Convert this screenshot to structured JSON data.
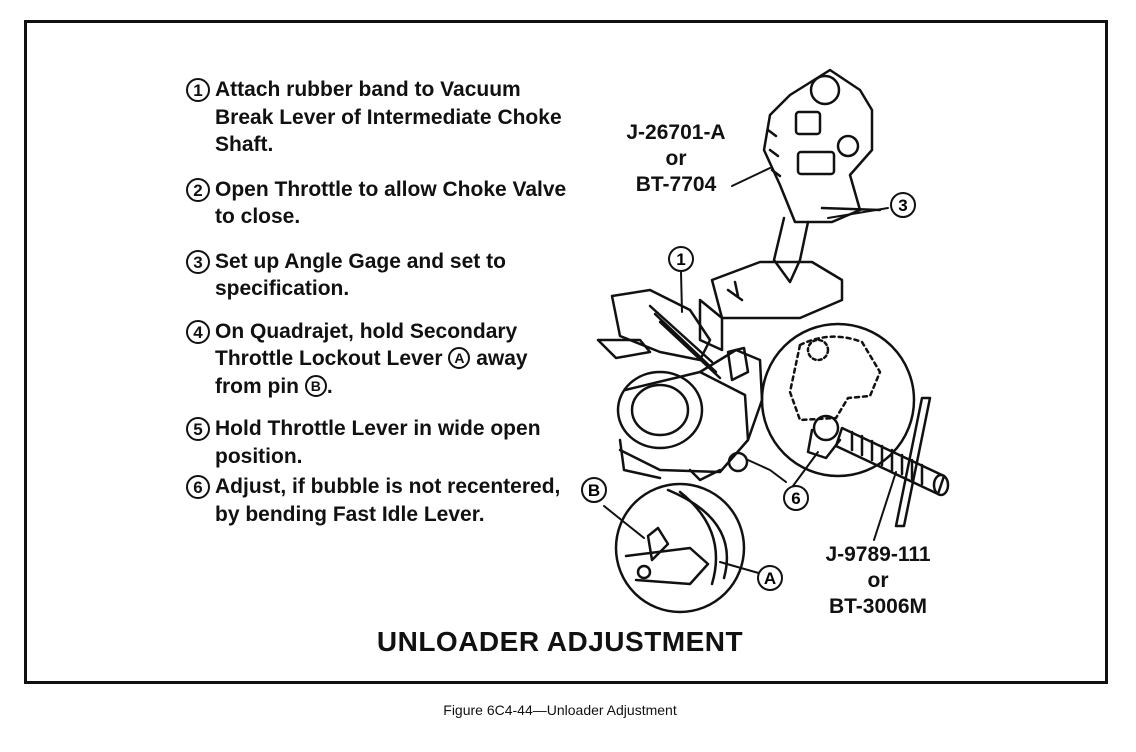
{
  "steps": [
    {
      "num": "1",
      "text": "Attach rubber band to Vacuum Break Lever of Intermediate Choke Shaft."
    },
    {
      "num": "2",
      "text": "Open Throttle to allow Choke Valve to close."
    },
    {
      "num": "3",
      "text": "Set up Angle Gage and set to specification."
    },
    {
      "num": "4",
      "text_a": "On Quadrajet, hold Secondary Throttle Lockout Lever",
      "mark_a": "A",
      "text_b": "away from pin",
      "mark_b": "B",
      "text_c": "."
    },
    {
      "num": "5",
      "text": "Hold Throttle Lever in wide open position."
    },
    {
      "num": "6",
      "text": "Adjust, if bubble is not recentered, by bending Fast Idle Lever."
    }
  ],
  "tools": {
    "upper": {
      "line1": "J-26701-A",
      "line2": "or",
      "line3": "BT-7704"
    },
    "lower": {
      "line1": "J-9789-111",
      "line2": "or",
      "line3": "BT-3006M"
    }
  },
  "callouts": {
    "c1": "1",
    "c3": "3",
    "c6": "6",
    "cA": "A",
    "cB": "B"
  },
  "title": "UNLOADER ADJUSTMENT",
  "caption": "Figure 6C4-44—Unloader Adjustment"
}
